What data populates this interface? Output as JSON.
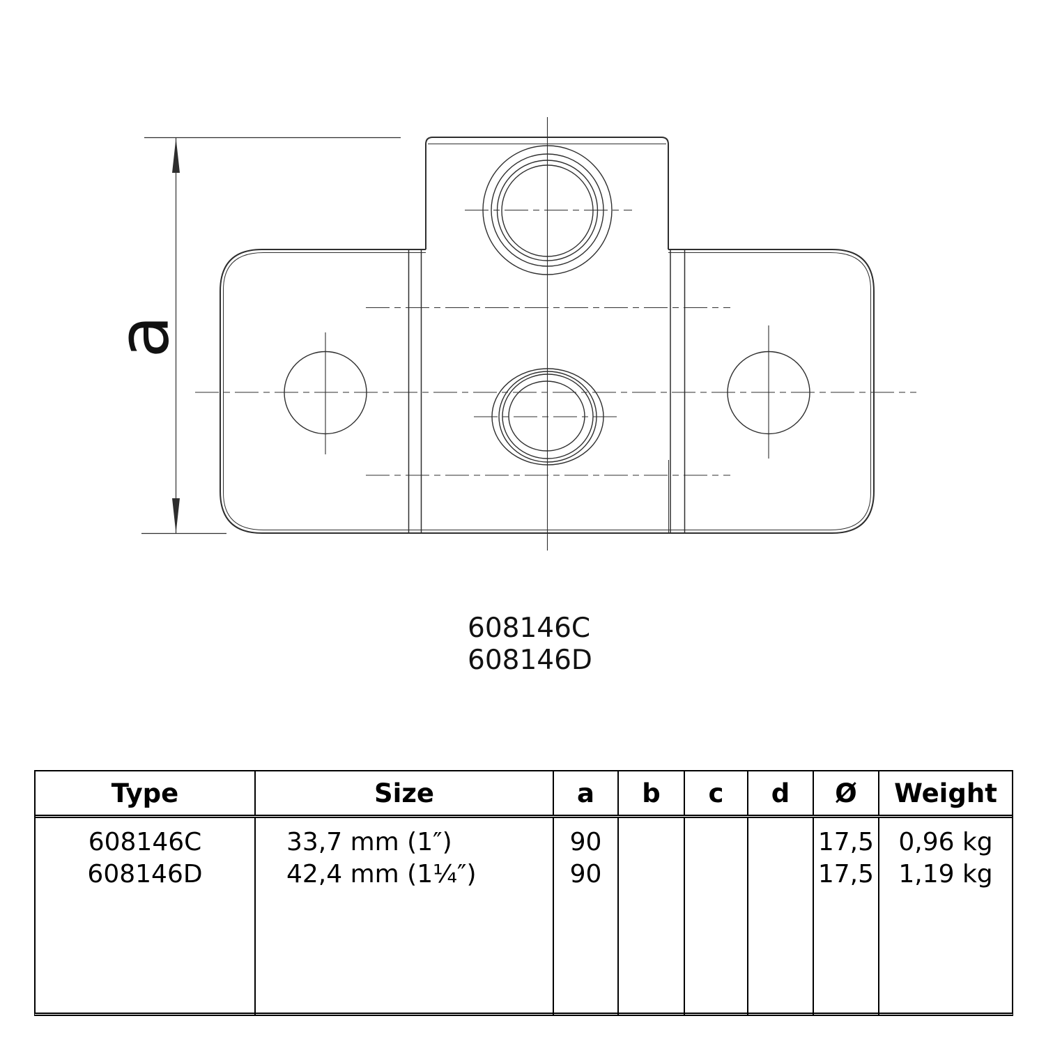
{
  "drawing": {
    "dim_label": "a",
    "part_numbers": [
      "608146C",
      "608146D"
    ]
  },
  "table": {
    "headers": [
      "Type",
      "Size",
      "a",
      "b",
      "c",
      "d",
      "Ø",
      "Weight"
    ],
    "rows": [
      {
        "type": "608146C",
        "size": "33,7 mm (1″)",
        "a": "90",
        "b": "",
        "c": "",
        "d": "",
        "dia": "17,5",
        "weight": "0,96 kg"
      },
      {
        "type": "608146D",
        "size": "42,4 mm (1¼″)",
        "a": "90",
        "b": "",
        "c": "",
        "d": "",
        "dia": "17,5",
        "weight": "1,19 kg"
      }
    ]
  },
  "colors": {
    "line": "#2e2e2e",
    "table_line": "#000000",
    "background": "#ffffff"
  }
}
